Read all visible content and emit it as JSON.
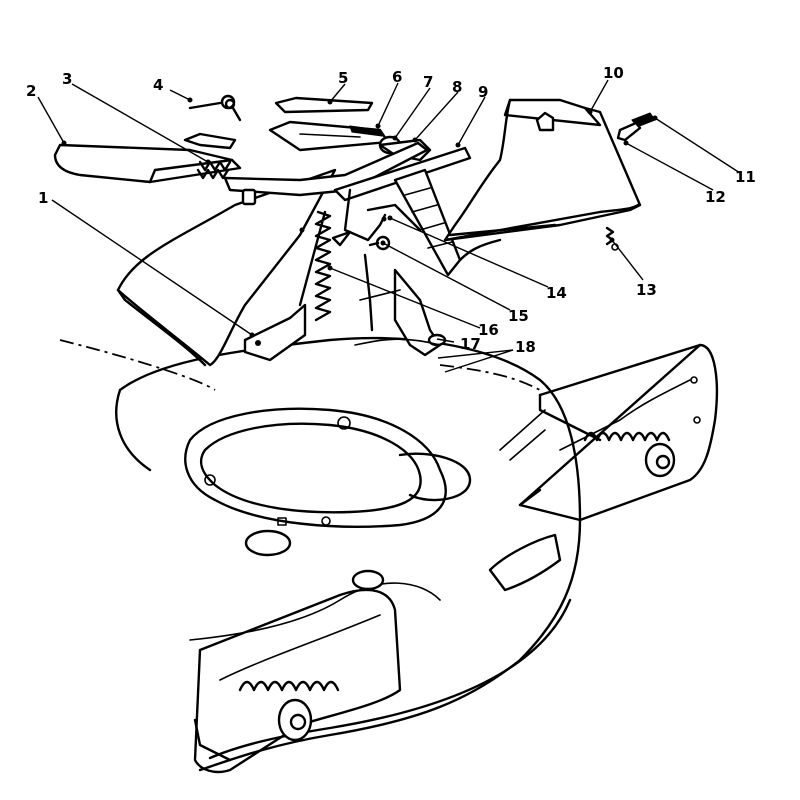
{
  "callouts": [
    {
      "id": "1",
      "label": "1"
    },
    {
      "id": "2",
      "label": "2"
    },
    {
      "id": "3",
      "label": "3"
    },
    {
      "id": "4",
      "label": "4"
    },
    {
      "id": "5",
      "label": "5"
    },
    {
      "id": "6",
      "label": "6"
    },
    {
      "id": "7",
      "label": "7"
    },
    {
      "id": "8",
      "label": "8"
    },
    {
      "id": "9",
      "label": "9"
    },
    {
      "id": "10",
      "label": "10"
    },
    {
      "id": "11",
      "label": "11"
    },
    {
      "id": "12",
      "label": "12"
    },
    {
      "id": "13",
      "label": "13"
    },
    {
      "id": "14",
      "label": "14"
    },
    {
      "id": "15",
      "label": "15"
    },
    {
      "id": "16",
      "label": "16"
    },
    {
      "id": "17",
      "label": "17"
    },
    {
      "id": "18",
      "label": "18"
    }
  ],
  "colors": {
    "line": "#000000",
    "background": "#ffffff"
  }
}
